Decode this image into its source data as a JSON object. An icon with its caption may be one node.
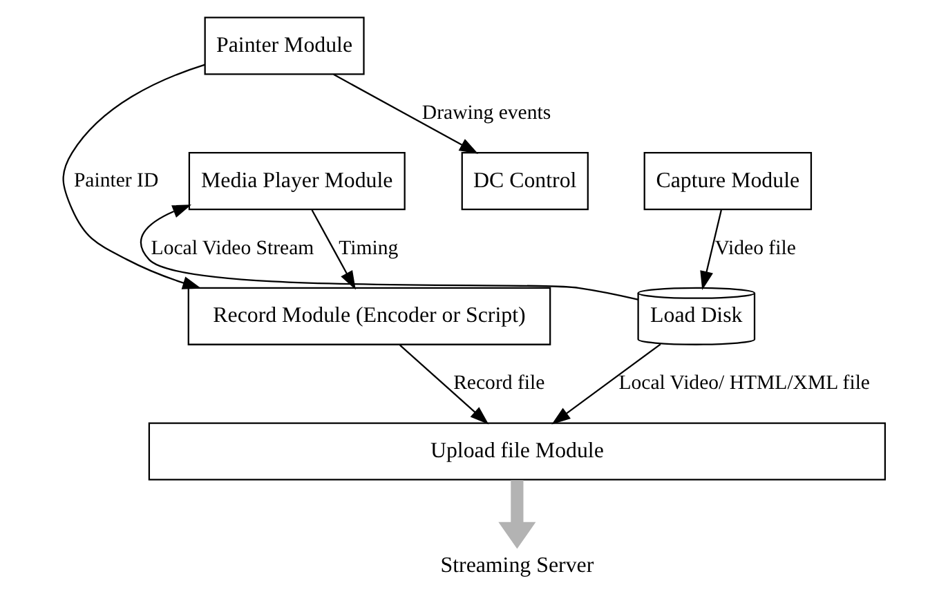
{
  "diagram": {
    "nodes": [
      {
        "text": [
          "Media Player Module"
        ]
      },
      {
        "text": [
          "DC Control"
        ]
      },
      {
        "text": [
          "Painter Module"
        ]
      },
      {
        "text": [
          "Capture Module"
        ]
      },
      {
        "text": [
          "Record Module (Encoder or Script)"
        ]
      },
      {
        "text": [
          "Load Disk"
        ]
      },
      {
        "text": [
          "Upload file Module"
        ]
      },
      {
        "text": [
          "Streaming Server"
        ]
      }
    ],
    "edges": [
      {
        "from": 5,
        "to": 0,
        "arrow": "to",
        "label": "Local Video Stream"
      },
      {
        "from": 0,
        "to": 4,
        "arrow": "to",
        "label": "Timing"
      },
      {
        "from": 2,
        "to": 1,
        "arrow": "to",
        "label": "Drawing events"
      },
      {
        "from": 2,
        "to": 4,
        "arrow": "to",
        "label": "Painter ID"
      },
      {
        "from": 3,
        "to": 5,
        "arrow": "to",
        "label": "Video file"
      },
      {
        "from": 4,
        "to": 6,
        "arrow": "to",
        "label": "Record file"
      },
      {
        "from": 5,
        "to": 6,
        "arrow": "to",
        "label": "Local Video/ HTML/XML file"
      },
      {
        "from": 6,
        "to": 7,
        "arrow": "to",
        "style": "thick",
        "color": "#b3b3b3"
      }
    ]
  }
}
